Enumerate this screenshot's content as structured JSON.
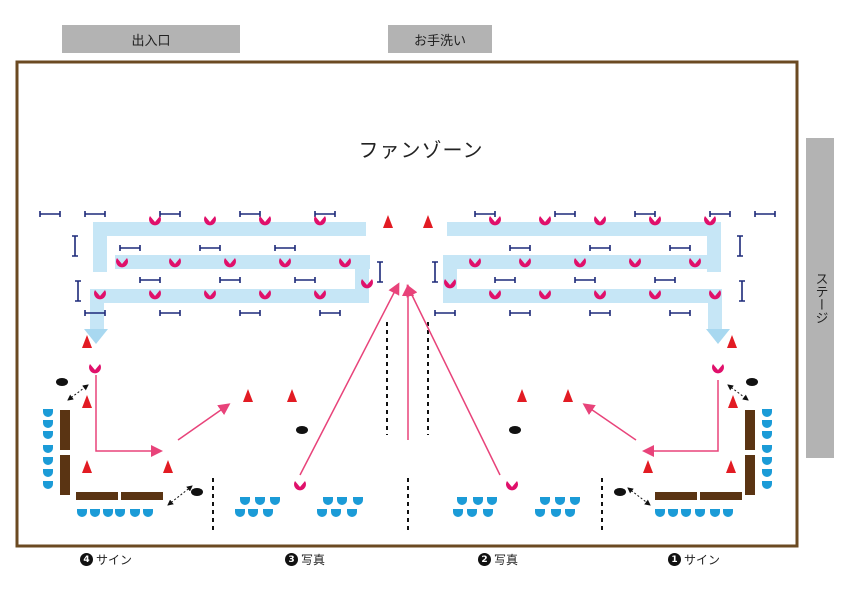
{
  "entrance": {
    "label": "出入口"
  },
  "restroom": {
    "label": "お手洗い"
  },
  "stage": {
    "label": "ステージ"
  },
  "fan_zone": {
    "title": "ファンゾーン"
  },
  "stations": [
    {
      "number": "4",
      "label": "サイン"
    },
    {
      "number": "3",
      "label": "写真"
    },
    {
      "number": "2",
      "label": "写真"
    },
    {
      "number": "1",
      "label": "サイン"
    }
  ],
  "colors": {
    "wall": "#6b4a22",
    "queue_lane": "#c6e6f6",
    "queue_arrow": "#a8d8f0",
    "staff": "#e0106b",
    "cone": "#e21b23",
    "barrier": "#1d2a7a",
    "audience": "#1b9bd7",
    "table": "#5a3413",
    "flow_arrow": "#e8437a",
    "label_box": "#b3b3b3"
  },
  "icons": [
    "staff-person-icon",
    "traffic-cone-icon",
    "stanchion-icon",
    "seat-icon",
    "camera-eye-icon",
    "flow-arrow-icon"
  ]
}
